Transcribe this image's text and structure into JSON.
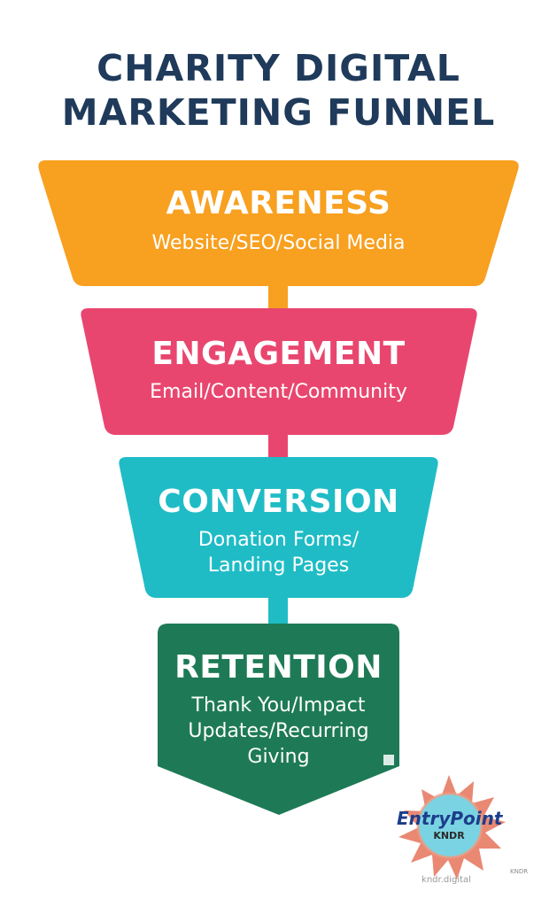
{
  "title": {
    "line1": "CHARITY DIGITAL",
    "line2": "MARKETING FUNNEL"
  },
  "colors": {
    "title": "#1f3a5a",
    "awareness": "#f8a01f",
    "engagement": "#e9466f",
    "conversion": "#1fbcc6",
    "retention": "#1e7a56"
  },
  "stages": [
    {
      "name": "AWARENESS",
      "desc": [
        "Website/SEO/Social Media"
      ]
    },
    {
      "name": "ENGAGEMENT",
      "desc": [
        "Email/Content/Community"
      ]
    },
    {
      "name": "CONVERSION",
      "desc": [
        "Donation Forms/",
        "Landing Pages"
      ]
    },
    {
      "name": "RETENTION",
      "desc": [
        "Thank You/Impact",
        "Updates/Recurring",
        "Giving"
      ]
    }
  ],
  "badge": {
    "brand": "EntryPoint",
    "sub": "KNDR",
    "domain": "kndr.digital",
    "mark": "KNDR"
  }
}
